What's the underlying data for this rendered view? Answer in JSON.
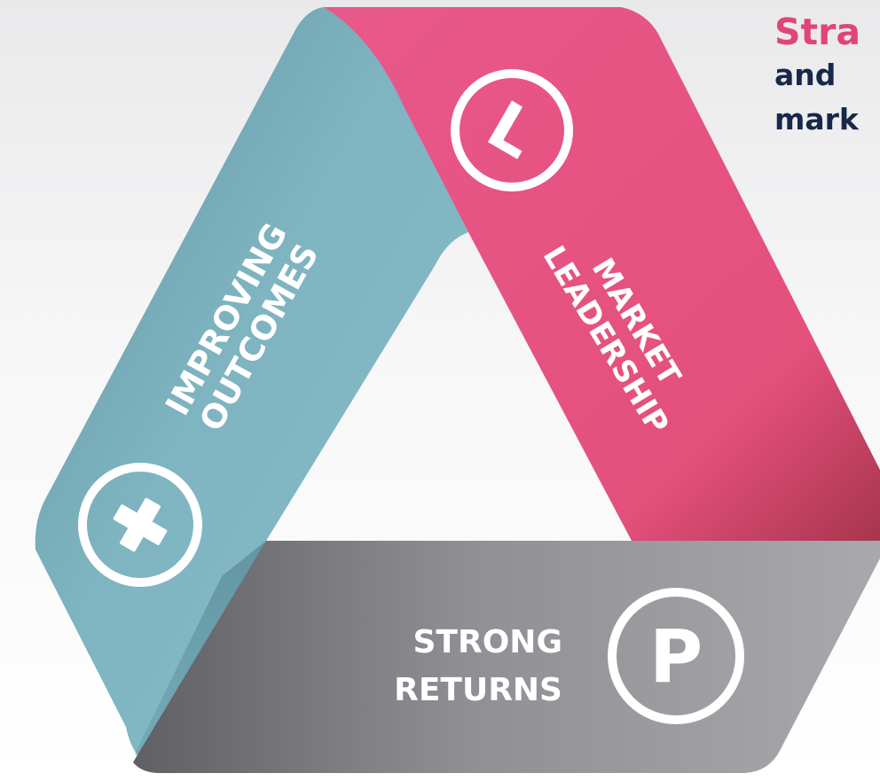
{
  "headline": {
    "line1": "Stra",
    "line2": "and ",
    "line3": "mark"
  },
  "segments": {
    "improving": {
      "line1": "IMPROVING",
      "line2": "OUTCOMES",
      "icon": "plus-icon"
    },
    "market": {
      "line1": "MARKET",
      "line2": "LEADERSHIP",
      "icon": "letter-l-icon",
      "icon_text": "L"
    },
    "strong": {
      "line1": "STRONG",
      "line2": "RETURNS",
      "icon": "letter-p-icon",
      "icon_text": "P"
    }
  },
  "colors": {
    "pink": "#e6547f",
    "teal": "#7bb2c0",
    "gray": "#8d8d92",
    "headline_pink": "#e0457a",
    "headline_navy": "#17284a",
    "icon_ring": "#ffffff"
  }
}
